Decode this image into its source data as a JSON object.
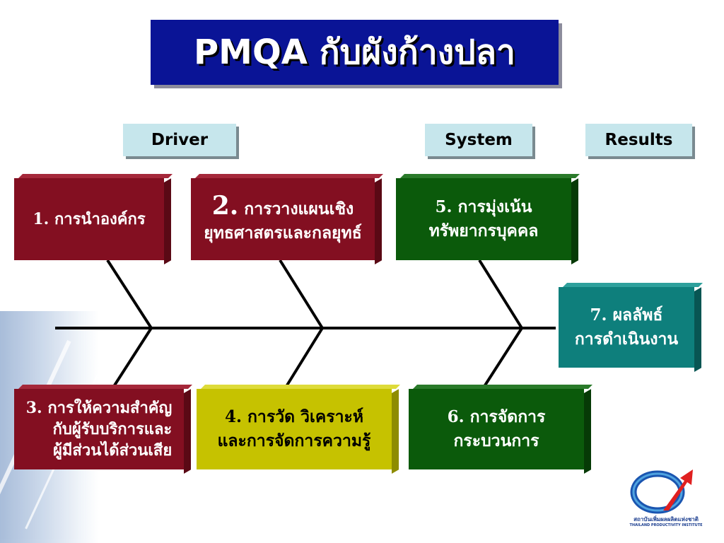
{
  "title": "PMQA กับผังก้างปลา",
  "categories": {
    "driver": "Driver",
    "system": "System",
    "results": "Results"
  },
  "boxes": {
    "b1": {
      "line1": "1. การนำองค์กร"
    },
    "b2": {
      "num": "2.",
      "line1": " การวางแผนเชิง",
      "line2": "ยุทธศาสตรและกลยุทธ์"
    },
    "b3": {
      "line1": "3. การให้ความสำคัญ",
      "line2": "กับผู้รับบริการและ",
      "line3": "ผู้มีส่วนได้ส่วนเสีย"
    },
    "b4": {
      "line1": "4. การวัด วิเคราะห์",
      "line2": "และการจัดการความรู้"
    },
    "b5": {
      "line1": "5. การมุ่งเน้น",
      "line2": "ทรัพยากรบุคคล"
    },
    "b6": {
      "line1": "6. การจัดการ",
      "line2": "กระบวนการ"
    },
    "b7": {
      "line1": "7. ผลลัพธ์",
      "line2": "การดำเนินงาน"
    }
  },
  "logo": {
    "thai": "สถาบันเพิ่มผลผลิตแห่งชาติ",
    "english": "THAILAND PRODUCTIVITY INSTITUTE"
  },
  "colors": {
    "title_bg": "#0a1496",
    "label_bg": "#c6e6ec",
    "maroon": "#830f21",
    "green": "#0b5a0b",
    "olive": "#c6c200",
    "teal": "#0e7f7c"
  }
}
